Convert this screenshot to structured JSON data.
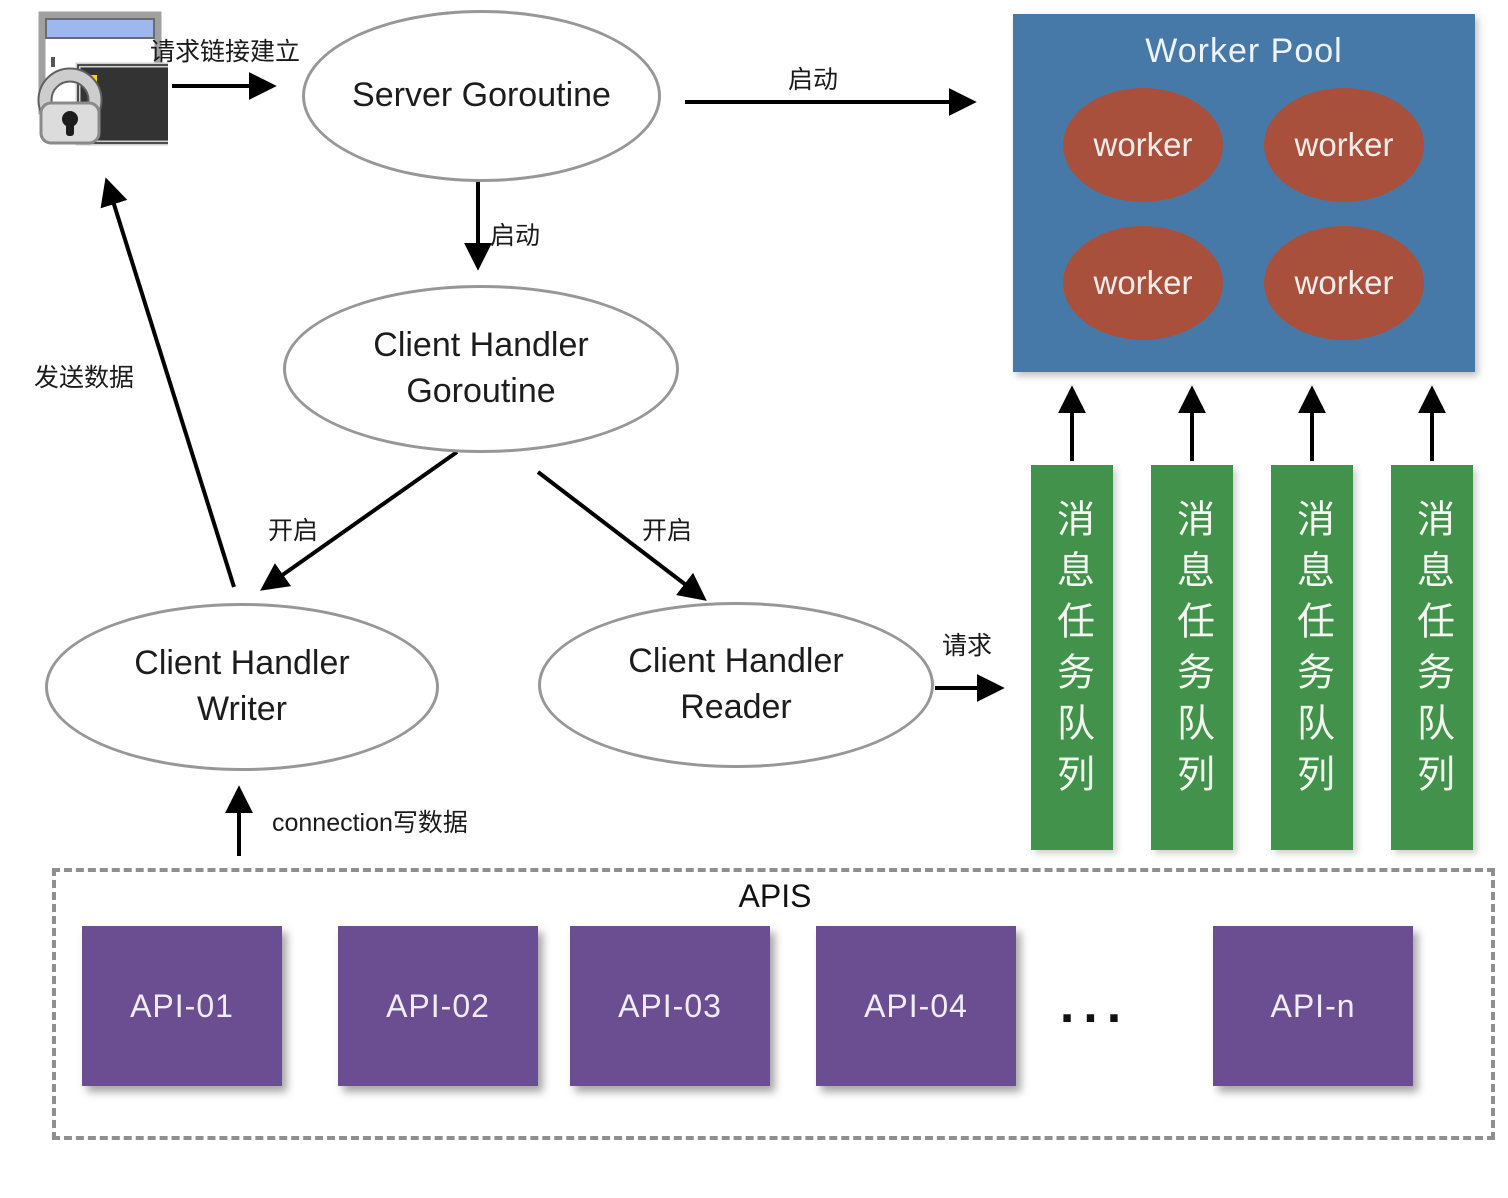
{
  "labels": {
    "request_link_setup": "请求链接建立",
    "start_top": "启动",
    "start_down": "启动",
    "open_left": "开启",
    "open_right": "开启",
    "send_data": "发送数据",
    "connection_write": "connection写数据",
    "request": "请求"
  },
  "nodes": {
    "server_goroutine": {
      "label": "Server Goroutine"
    },
    "client_handler_goroutine": {
      "line1": "Client Handler",
      "line2": "Goroutine"
    },
    "client_handler_writer": {
      "line1": "Client Handler",
      "line2": "Writer"
    },
    "client_handler_reader": {
      "line1": "Client Handler",
      "line2": "Reader"
    }
  },
  "worker_pool": {
    "title": "Worker Pool",
    "bg_color": "#4679a8",
    "worker_color": "#a8503c",
    "workers": [
      "worker",
      "worker",
      "worker",
      "worker"
    ]
  },
  "queues": {
    "color": "#42924c",
    "items": [
      {
        "label": "消息任务队列"
      },
      {
        "label": "消息任务队列"
      },
      {
        "label": "消息任务队列"
      },
      {
        "label": "消息任务队列"
      }
    ]
  },
  "apis": {
    "title": "APIS",
    "box_color": "#6b4e92",
    "items": [
      "API-01",
      "API-02",
      "API-03",
      "API-04",
      "API-n"
    ],
    "ellipsis": "..."
  }
}
